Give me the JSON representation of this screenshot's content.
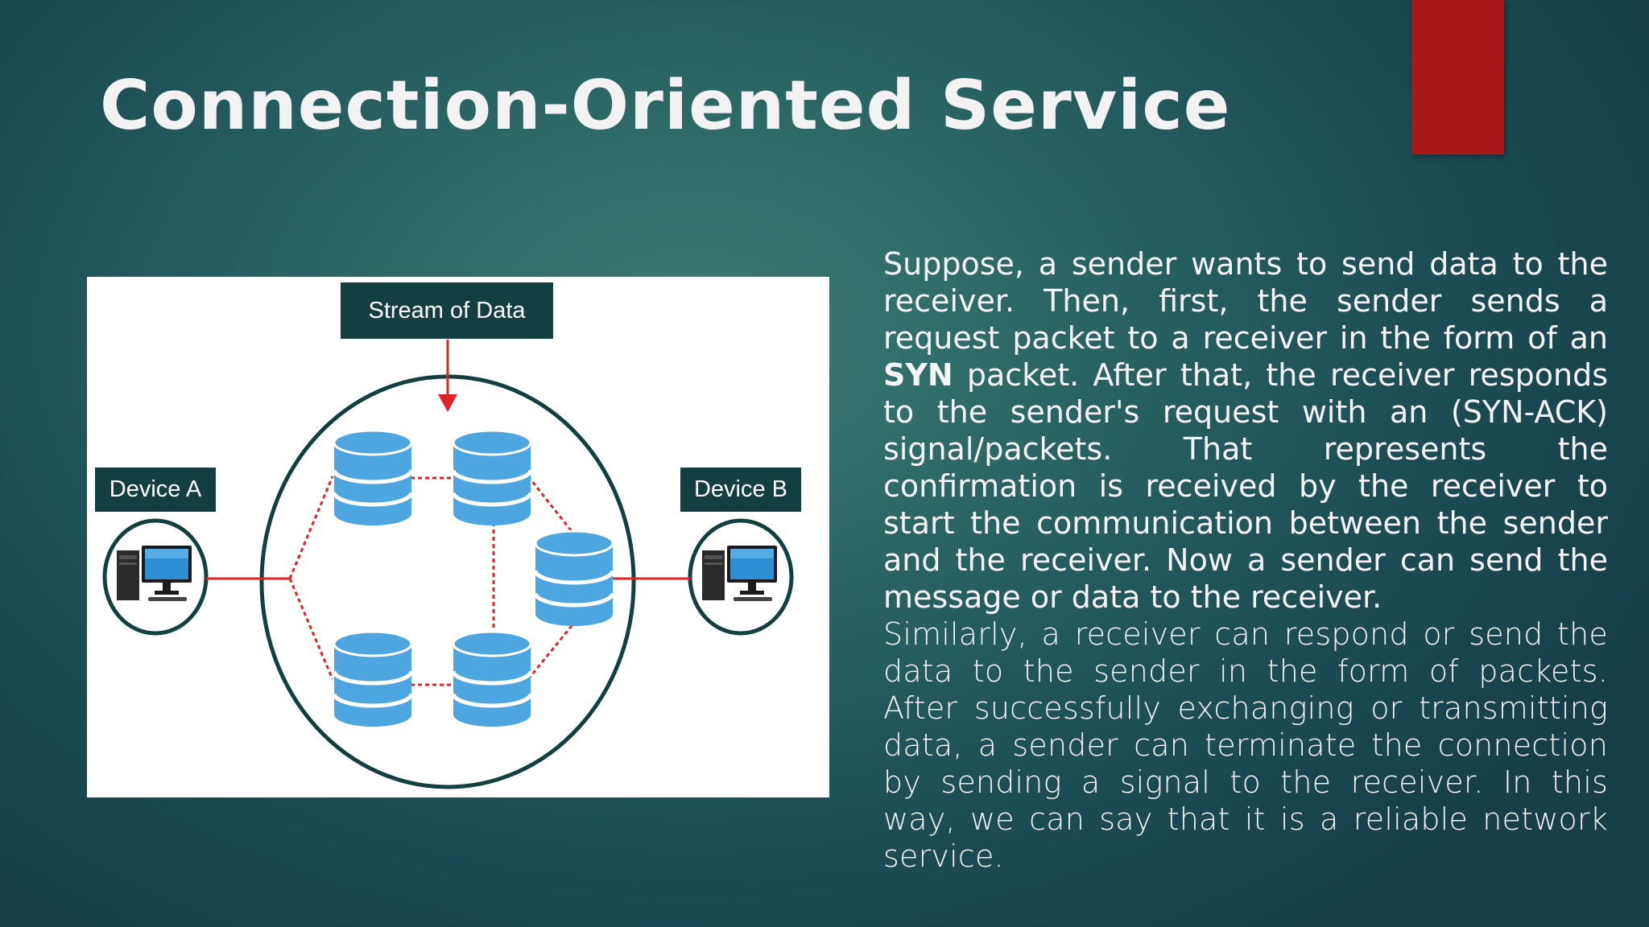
{
  "slide": {
    "title": "Connection-Oriented Service",
    "accent_color": "#a81818",
    "paragraph1": {
      "before": "Suppose, a sender wants to send data to the receiver. Then, first, the sender sends a request packet to a receiver in the form of an ",
      "bold": "SYN",
      "after": " packet. After that, the receiver responds to the sender's request with an (SYN-ACK) signal/packets. That represents the confirmation is received by the receiver to start the communication between the sender and the receiver. Now a sender can send the message or data to the receiver."
    },
    "paragraph2": "Similarly, a receiver can respond or send the data to the sender in the form of packets. After successfully exchanging or transmitting data, a sender can terminate the connection by sending a signal to the receiver. In this way, we can say that it is a reliable network service."
  },
  "diagram": {
    "stream_label": "Stream of Data",
    "device_a_label": "Device A",
    "device_b_label": "Device B",
    "label_bg_color": "#133f41",
    "database_color": "#4ea6e0",
    "link_color": "#e0232b",
    "icons": [
      "computer-icon",
      "database-icon",
      "arrow-down-icon"
    ]
  }
}
